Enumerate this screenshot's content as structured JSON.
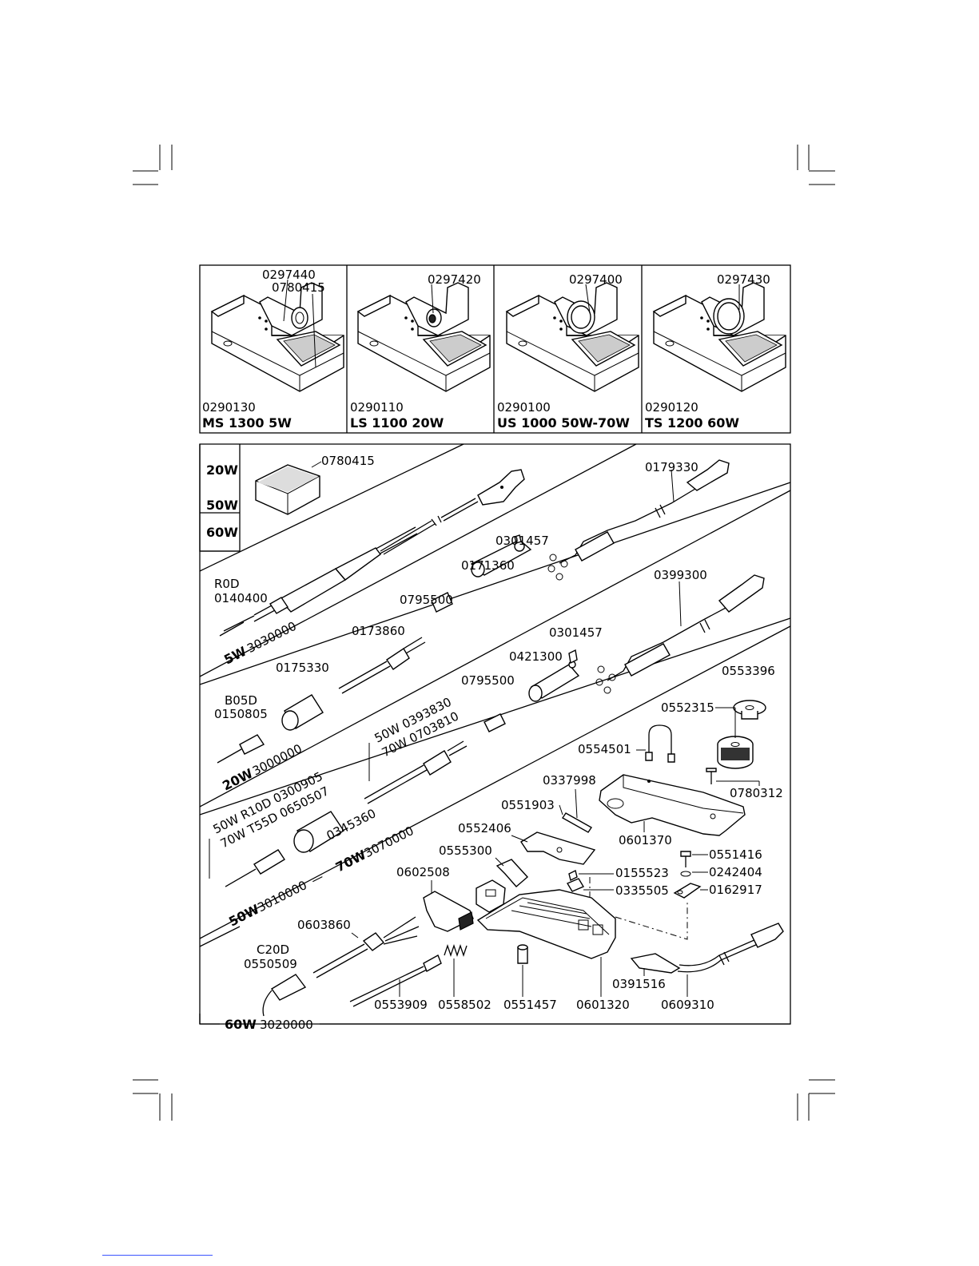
{
  "stations": [
    {
      "top_code": "0297440",
      "sponge_code": "0780415",
      "base_code": "0290130",
      "model": "MS  1300  5W"
    },
    {
      "top_code": "0297420",
      "base_code": "0290110",
      "model": "LS  1100  20W"
    },
    {
      "top_code": "0297400",
      "base_code": "0290100",
      "model": "US  1000  50W-70W"
    },
    {
      "top_code": "0297430",
      "base_code": "0290120",
      "model": "TS  1200  60W"
    }
  ],
  "sponge_panel": {
    "code": "0780415",
    "watts": [
      "20W",
      "50W",
      "60W"
    ]
  },
  "iron_5w": {
    "tip_name": "R0D",
    "tip_code": "0140400",
    "watt": "5W",
    "set_code": "3030000"
  },
  "iron_20w": {
    "cable": "0179330",
    "screw": "0301457",
    "sleeve": "0171360",
    "clip": "0795500",
    "heater": "0173860",
    "nut": "0175330",
    "tip_name": "B05D",
    "tip_code": "0150805",
    "watt": "20W",
    "set_code": "3000000"
  },
  "iron_50w": {
    "cable": "0399300",
    "screw": "0301457",
    "sleeve": "0421300",
    "clip": "0795500",
    "heater_50": "50W  0393830",
    "heater_70": "70W  0703810",
    "tip_50": "50W  R10D  0300905",
    "tip_70": "70W  T55D  0650507",
    "nut": "0345360",
    "watt_a": "50W",
    "set_a": "3010000",
    "dash": "—",
    "watt_b": "70W",
    "set_b": "3070000"
  },
  "iron_60w": {
    "labels": {
      "washer_top": "0553396",
      "reel": "0552315",
      "wire_bracket": "0554501",
      "screw_top": "0780312",
      "upper_shell": "0601370",
      "contact": "0337998",
      "spring_plate": "0551903",
      "lever": "0552406",
      "slider": "0555300",
      "switch": "0602508",
      "screw_a": "0155523",
      "block": "0335505",
      "screw_b": "0551416",
      "washer_b": "0242404",
      "plate_b": "0162917",
      "heater": "0603860",
      "tip_name": "C20D",
      "tip_code": "0550509",
      "rod": "0553909",
      "spring": "0558502",
      "pin": "0551457",
      "lower_shell": "0601320",
      "sleeve": "0391516",
      "cable": "0609310"
    },
    "watt": "60W",
    "set_code": "3020000"
  }
}
